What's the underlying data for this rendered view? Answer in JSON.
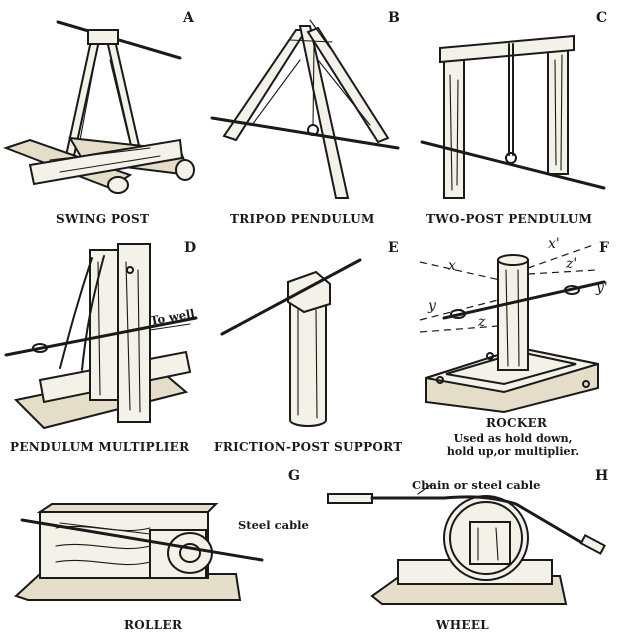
{
  "panels": [
    {
      "letter": "A",
      "caption": "SWING POST"
    },
    {
      "letter": "B",
      "caption": "TRIPOD PENDULUM"
    },
    {
      "letter": "C",
      "caption": "TWO-POST PENDULUM"
    },
    {
      "letter": "D",
      "caption": "PENDULUM MULTIPLIER",
      "note": "To well"
    },
    {
      "letter": "E",
      "caption": "FRICTION-POST SUPPORT"
    },
    {
      "letter": "F",
      "caption": "ROCKER",
      "caption_sub": [
        "Used as hold down,",
        "hold up,or multiplier."
      ],
      "axes": {
        "x": "x",
        "x_prime": "x'",
        "z_prime": "z'",
        "y": "y",
        "y_prime": "y'",
        "z": "z"
      }
    },
    {
      "letter": "G",
      "caption": "ROLLER",
      "note": "Steel cable"
    },
    {
      "letter": "H",
      "caption": "WHEEL",
      "note": "Chain or steel cable"
    }
  ]
}
